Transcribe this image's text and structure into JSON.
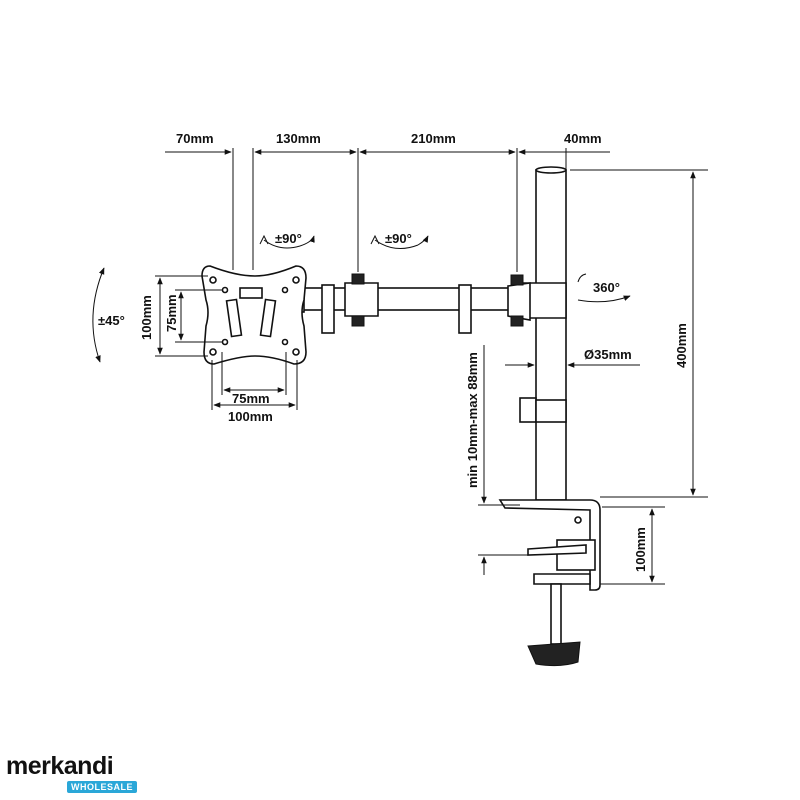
{
  "dimensions": {
    "top_70": "70mm",
    "top_130": "130mm",
    "top_210": "210mm",
    "top_40": "40mm",
    "height_400": "400mm",
    "pole_diameter": "Ø35mm",
    "clamp_range": "min 10mm-max 88mm",
    "clamp_height": "100mm",
    "vesa_h_75": "75mm",
    "vesa_h_100": "100mm",
    "vesa_v_75": "75mm",
    "vesa_v_100": "100mm"
  },
  "rotations": {
    "tilt": "±45°",
    "swivel_1": "±90°",
    "swivel_2": "±90°",
    "pole_rotation": "360°"
  },
  "logo": {
    "brand": "merkandi",
    "badge": "WHOLESALE",
    "colors": {
      "text": "#111111",
      "accent": "#e6322a",
      "badge_bg": "#2aa7d8"
    }
  }
}
